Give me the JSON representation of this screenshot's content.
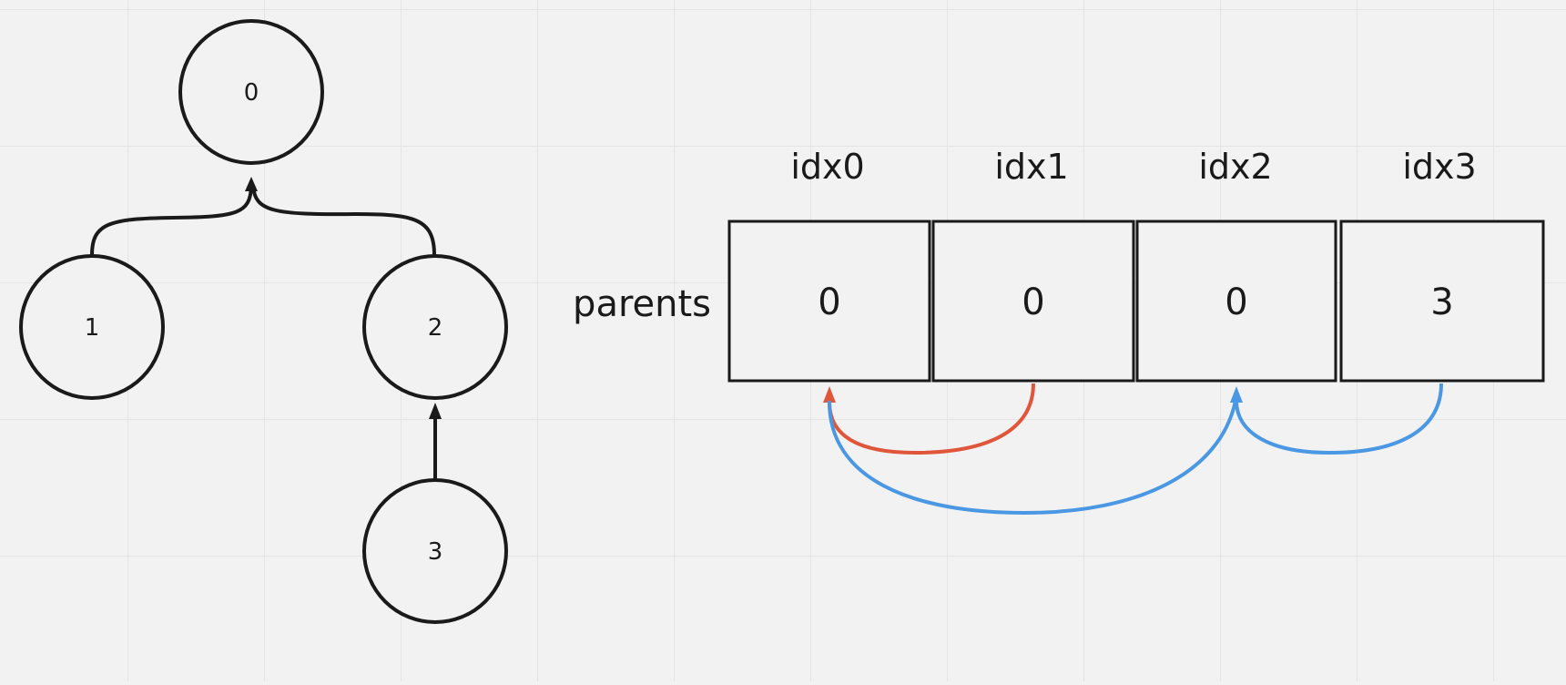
{
  "tree": {
    "nodes": [
      {
        "id": "0",
        "label": "0"
      },
      {
        "id": "1",
        "label": "1"
      },
      {
        "id": "2",
        "label": "2"
      },
      {
        "id": "3",
        "label": "3"
      }
    ],
    "edges": [
      {
        "from": "1",
        "to": "0"
      },
      {
        "from": "2",
        "to": "0"
      },
      {
        "from": "3",
        "to": "2"
      }
    ]
  },
  "array": {
    "row_label": "parents",
    "indices": [
      "idx0",
      "idx1",
      "idx2",
      "idx3"
    ],
    "values": [
      "0",
      "0",
      "0",
      "3"
    ]
  },
  "arrows": [
    {
      "from": "idx1",
      "to": "idx0",
      "color": "#e0563b"
    },
    {
      "from": "idx2",
      "to": "idx0",
      "color": "#4a97e4"
    },
    {
      "from": "idx3",
      "to": "idx2",
      "color": "#4a97e4"
    }
  ],
  "colors": {
    "stroke": "#1a1a1a",
    "background": "#f2f2f2",
    "red_arrow": "#e0563b",
    "blue_arrow": "#4a97e4"
  }
}
